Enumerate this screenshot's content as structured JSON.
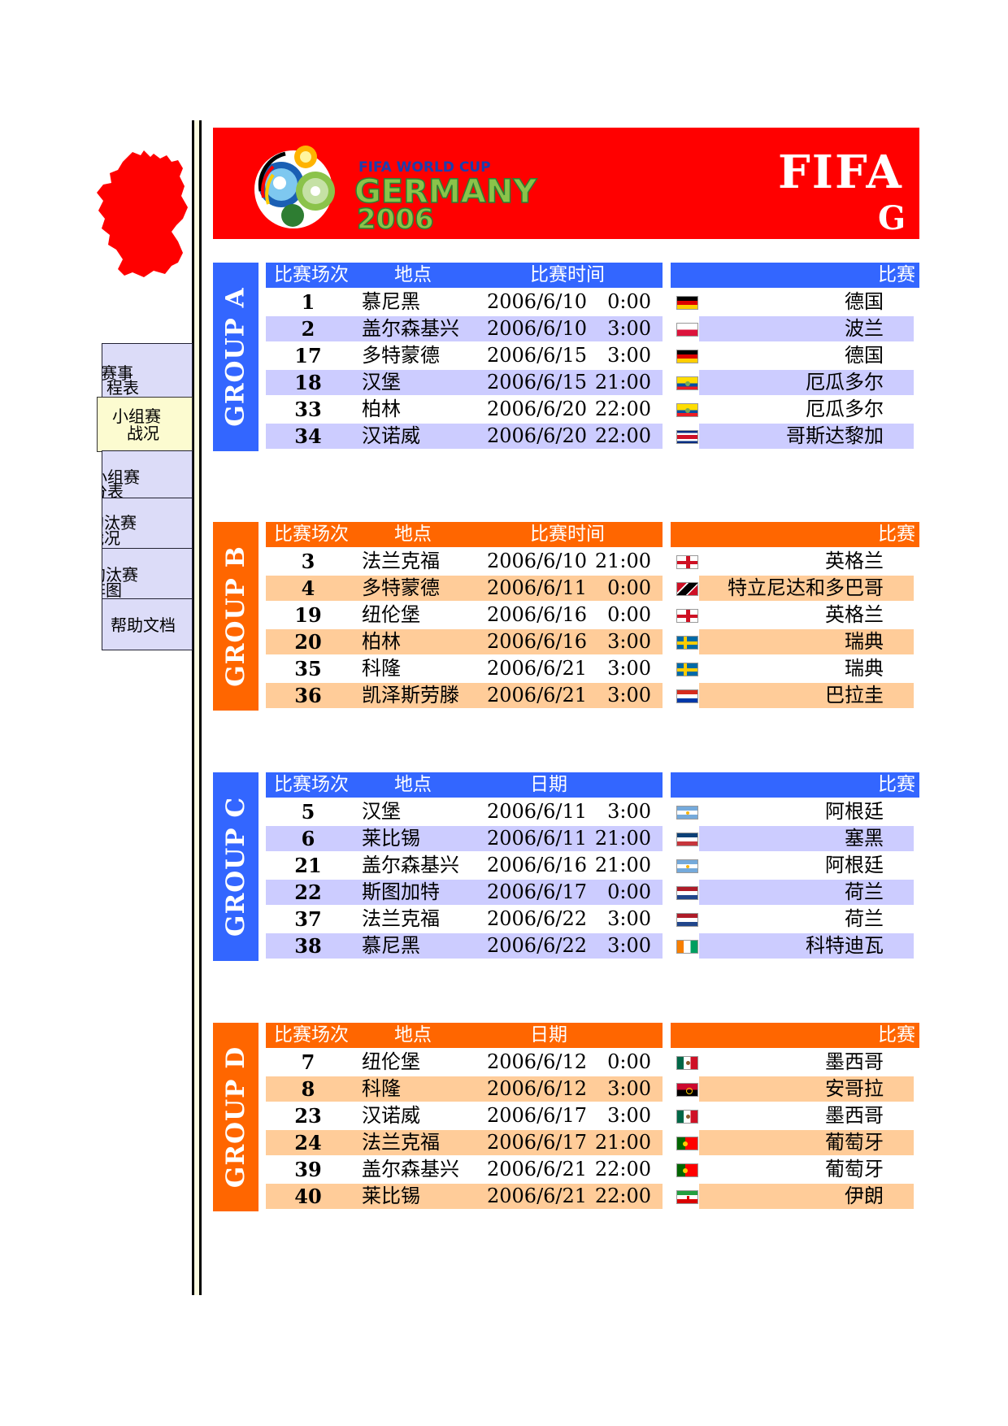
{
  "nav": [
    {
      "line1": "赛事",
      "line2": "程表"
    },
    {
      "line1": "小组赛",
      "line2": "战况",
      "active": true
    },
    {
      "line1": "小组赛",
      "line2": "分表"
    },
    {
      "line1": "淘汰赛",
      "line2": "战况"
    },
    {
      "line1": "淘汰赛",
      "line2": "阵图"
    },
    {
      "line1": "帮助文档",
      "line2": ""
    }
  ],
  "banner": {
    "logo_top": "FIFA WORLD CUP",
    "logo_mid": "GERMANY",
    "logo_year": "2006",
    "title": "FIFA",
    "subtitle": "G"
  },
  "groups": [
    {
      "label": "GROUP A",
      "theme": "blue",
      "headers": {
        "num": "比赛场次",
        "venue": "地点",
        "time": "比赛时间",
        "match": "比赛"
      },
      "matches": [
        {
          "num": "1",
          "venue": "慕尼黑",
          "date": "2006/6/10",
          "time": "0:00",
          "team": "德国",
          "flag": "germany"
        },
        {
          "num": "2",
          "venue": "盖尔森基兴",
          "date": "2006/6/10",
          "time": "3:00",
          "team": "波兰",
          "flag": "poland"
        },
        {
          "num": "17",
          "venue": "多特蒙德",
          "date": "2006/6/15",
          "time": "3:00",
          "team": "德国",
          "flag": "germany"
        },
        {
          "num": "18",
          "venue": "汉堡",
          "date": "2006/6/15",
          "time": "21:00",
          "team": "厄瓜多尔",
          "flag": "ecuador"
        },
        {
          "num": "33",
          "venue": "柏林",
          "date": "2006/6/20",
          "time": "22:00",
          "team": "厄瓜多尔",
          "flag": "ecuador"
        },
        {
          "num": "34",
          "venue": "汉诺威",
          "date": "2006/6/20",
          "time": "22:00",
          "team": "哥斯达黎加",
          "flag": "costa-rica"
        }
      ]
    },
    {
      "label": "GROUP B",
      "theme": "orange",
      "headers": {
        "num": "比赛场次",
        "venue": "地点",
        "time": "比赛时间",
        "match": "比赛"
      },
      "matches": [
        {
          "num": "3",
          "venue": "法兰克福",
          "date": "2006/6/10",
          "time": "21:00",
          "team": "英格兰",
          "flag": "england"
        },
        {
          "num": "4",
          "venue": "多特蒙德",
          "date": "2006/6/11",
          "time": "0:00",
          "team": "特立尼达和多巴哥",
          "flag": "trinidad"
        },
        {
          "num": "19",
          "venue": "纽伦堡",
          "date": "2006/6/16",
          "time": "0:00",
          "team": "英格兰",
          "flag": "england"
        },
        {
          "num": "20",
          "venue": "柏林",
          "date": "2006/6/16",
          "time": "3:00",
          "team": "瑞典",
          "flag": "sweden"
        },
        {
          "num": "35",
          "venue": "科隆",
          "date": "2006/6/21",
          "time": "3:00",
          "team": "瑞典",
          "flag": "sweden"
        },
        {
          "num": "36",
          "venue": "凯泽斯劳滕",
          "date": "2006/6/21",
          "time": "3:00",
          "team": "巴拉圭",
          "flag": "paraguay"
        }
      ]
    },
    {
      "label": "GROUP C",
      "theme": "blue",
      "headers": {
        "num": "比赛场次",
        "venue": "地点",
        "time": "日期",
        "match": "比赛"
      },
      "matches": [
        {
          "num": "5",
          "venue": "汉堡",
          "date": "2006/6/11",
          "time": "3:00",
          "team": "阿根廷",
          "flag": "argentina"
        },
        {
          "num": "6",
          "venue": "莱比锡",
          "date": "2006/6/11",
          "time": "21:00",
          "team": "塞黑",
          "flag": "serbia"
        },
        {
          "num": "21",
          "venue": "盖尔森基兴",
          "date": "2006/6/16",
          "time": "21:00",
          "team": "阿根廷",
          "flag": "argentina"
        },
        {
          "num": "22",
          "venue": "斯图加特",
          "date": "2006/6/17",
          "time": "0:00",
          "team": "荷兰",
          "flag": "netherlands"
        },
        {
          "num": "37",
          "venue": "法兰克福",
          "date": "2006/6/22",
          "time": "3:00",
          "team": "荷兰",
          "flag": "netherlands"
        },
        {
          "num": "38",
          "venue": "慕尼黑",
          "date": "2006/6/22",
          "time": "3:00",
          "team": "科特迪瓦",
          "flag": "ivory-coast"
        }
      ]
    },
    {
      "label": "GROUP D",
      "theme": "orange",
      "headers": {
        "num": "比赛场次",
        "venue": "地点",
        "time": "日期",
        "match": "比赛"
      },
      "matches": [
        {
          "num": "7",
          "venue": "纽伦堡",
          "date": "2006/6/12",
          "time": "0:00",
          "team": "墨西哥",
          "flag": "mexico"
        },
        {
          "num": "8",
          "venue": "科隆",
          "date": "2006/6/12",
          "time": "3:00",
          "team": "安哥拉",
          "flag": "angola"
        },
        {
          "num": "23",
          "venue": "汉诺威",
          "date": "2006/6/17",
          "time": "3:00",
          "team": "墨西哥",
          "flag": "mexico"
        },
        {
          "num": "24",
          "venue": "法兰克福",
          "date": "2006/6/17",
          "time": "21:00",
          "team": "葡萄牙",
          "flag": "portugal"
        },
        {
          "num": "39",
          "venue": "盖尔森基兴",
          "date": "2006/6/21",
          "time": "22:00",
          "team": "葡萄牙",
          "flag": "portugal"
        },
        {
          "num": "40",
          "venue": "莱比锡",
          "date": "2006/6/21",
          "time": "22:00",
          "team": "伊朗",
          "flag": "iran"
        }
      ]
    }
  ],
  "colors": {
    "banner": "#ff0000",
    "blue_header": "#3366ff",
    "blue_row": "#ccccff",
    "orange_header": "#ff6600",
    "orange_row": "#ffcc99",
    "nav_bg": "#dcdcf8",
    "nav_active_bg": "#fcfbd0"
  }
}
